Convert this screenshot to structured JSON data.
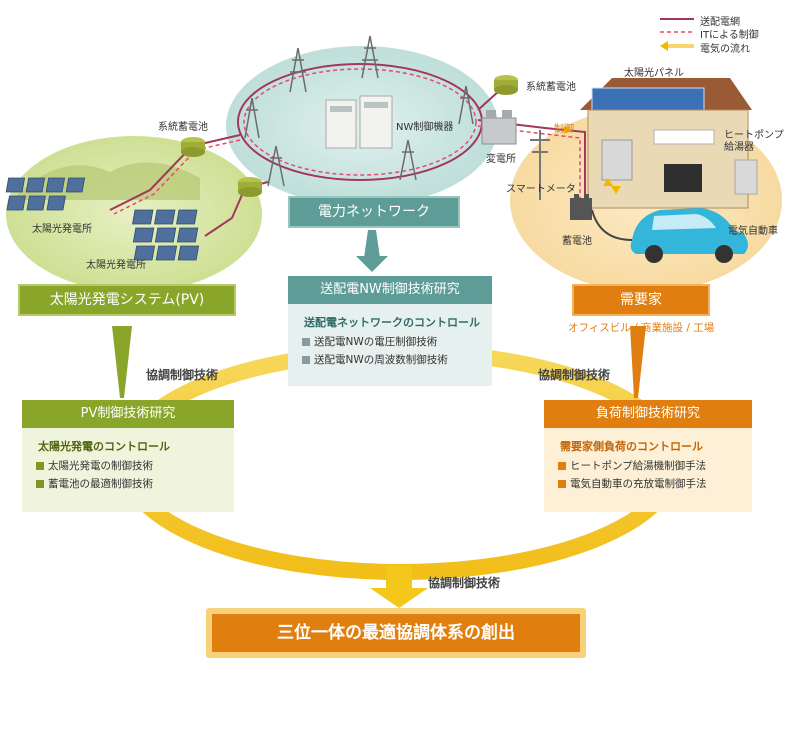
{
  "legend": {
    "power_line": "送配電網",
    "it_control": "ITによる制御",
    "power_flow": "電気の流れ"
  },
  "left_area": {
    "battery_label": "系統蓄電池",
    "solar_plant_1": "太陽光発電所",
    "solar_plant_2": "太陽光発電所",
    "header": "太陽光発電システム(PV)"
  },
  "center_area": {
    "nw_device_label": "NW制御機器",
    "battery_label": "系統蓄電池",
    "header": "電力ネットワーク"
  },
  "right_area": {
    "solar_panel_label": "太陽光パネル",
    "heat_pump_label": "ヒートポンプ\n給湯器",
    "substation_label": "変電所",
    "control_label": "制御",
    "smart_meter_label": "スマートメータ",
    "battery_label": "蓄電池",
    "ev_label": "電気自動車",
    "header": "需要家",
    "subtitle": "オフィスビル / 商業施設 / 工場"
  },
  "nw_research": {
    "header": "送配電NW制御技術研究",
    "title": "送配電ネットワークのコントロール",
    "items": [
      "送配電NWの電圧制御技術",
      "送配電NWの周波数制御技術"
    ]
  },
  "pv_research": {
    "header": "PV制御技術研究",
    "title": "太陽光発電のコントロール",
    "items": [
      "太陽光発電の制御技術",
      "蓄電池の最適制御技術"
    ]
  },
  "load_research": {
    "header": "負荷制御技術研究",
    "title": "需要家側負荷のコントロール",
    "items": [
      "ヒートポンプ給湯機制御手法",
      "電気自動車の充放電制御手法"
    ]
  },
  "coop_labels": {
    "left": "協調制御技術",
    "right": "協調制御技術",
    "bottom": "協調制御技術"
  },
  "result": "三位一体の最適協調体系の創出",
  "colors": {
    "pv_green": "#8aa62a",
    "nw_teal": "#5e9c97",
    "load_orange": "#e07f10",
    "ring_yellow": "#f3c81a",
    "grid_line": "#a3365f",
    "it_line": "#e8486e"
  }
}
